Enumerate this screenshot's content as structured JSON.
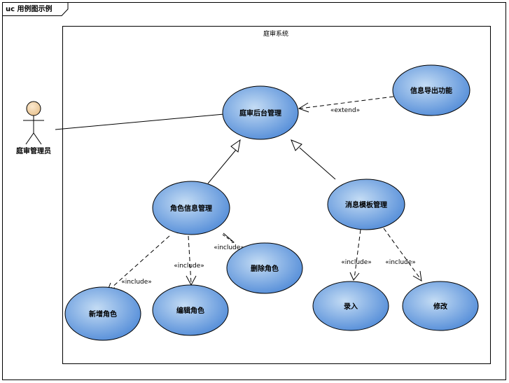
{
  "diagram": {
    "frame_title": "uc 用例图示例",
    "system_boundary_title": "庭审系统",
    "actor": {
      "name": "庭审管理员",
      "icon": "stick-figure-actor-icon"
    },
    "use_cases": {
      "admin": "庭审后台管理",
      "export": "信息导出功能",
      "role_mgmt": "角色信息管理",
      "msg_template": "消息模板管理",
      "add_role": "新增角色",
      "edit_role": "编辑角色",
      "delete_role": "删除角色",
      "entry": "录入",
      "modify": "修改"
    },
    "relations": {
      "extend": "«extend»",
      "include_add": "«include»",
      "include_edit": "«include»",
      "include_delete": "«include»",
      "include_entry": "«include»",
      "include_modify": "«include»"
    },
    "colors": {
      "usecase_fill_light": "#b8d4f0",
      "usecase_fill_dark": "#4a86d6",
      "actor_head": "#f3d8ae",
      "line": "#000000"
    }
  }
}
